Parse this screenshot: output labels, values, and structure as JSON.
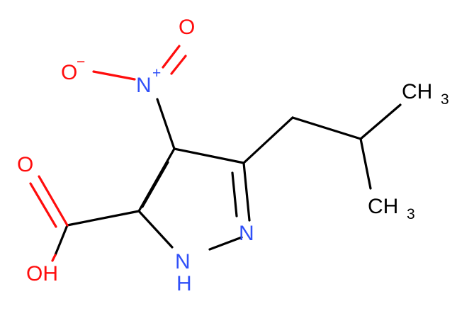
{
  "molecule": {
    "atoms": {
      "o_nitro_top": "O",
      "o_nitro_minus": "O",
      "o_nitro_minus_charge": "−",
      "n_nitro": "N",
      "n_nitro_charge": "+",
      "o_carbonyl": "O",
      "oh_label": "OH",
      "n_ring": "N",
      "nh_n": "N",
      "nh_h": "H",
      "ch3_top_c": "CH",
      "ch3_top_sub": "3",
      "ch3_bottom_c": "CH",
      "ch3_bottom_sub": "3"
    },
    "colors": {
      "oxygen": "#ff0d0d",
      "nitrogen": "#3050f8",
      "carbon": "#000000",
      "bond": "#000000"
    }
  }
}
